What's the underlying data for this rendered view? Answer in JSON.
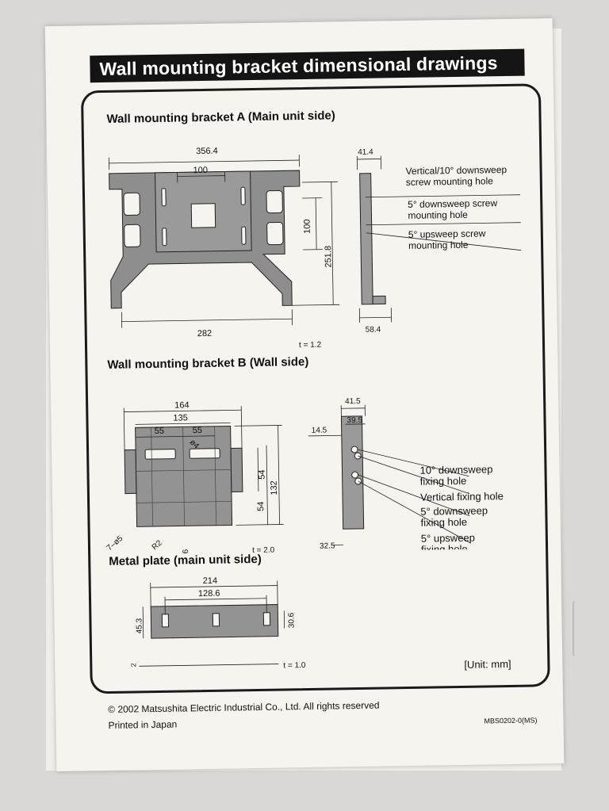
{
  "title": "Wall mounting bracket dimensional drawings",
  "sections": {
    "a": {
      "heading": "Wall mounting bracket A (Main unit side)",
      "dims": {
        "w1": "356.4",
        "w2": "100",
        "h1": "100",
        "h2": "251.8",
        "bottom": "282",
        "thick": "t = 1.2",
        "side_w": "41.4",
        "side_b": "58.4"
      },
      "labels": {
        "l1a": "Vertical/10° downsweep",
        "l1b": "screw mounting hole",
        "l2a": "5° downsweep screw",
        "l2b": "mounting hole",
        "l3a": "5° upsweep screw",
        "l3b": "mounting hole"
      }
    },
    "b": {
      "heading": "Wall mounting bracket B (Wall side)",
      "dims": {
        "w1": "164",
        "w2": "135",
        "w3a": "55",
        "w3b": "55",
        "h1": "54",
        "h2": "54",
        "h3": "132",
        "diam": "ø4",
        "slot": "7–ø5",
        "r": "R2",
        "six": "6",
        "thick": "t = 2.0",
        "sw1": "41.5",
        "sw2": "39.5",
        "sw3": "14.5",
        "sb": "32.5"
      },
      "labels": {
        "f1a": "10° downsweep",
        "f1b": "fixing hole",
        "f2": "Vertical fixing hole",
        "f3a": "5° downsweep",
        "f3b": "fixing hole",
        "f4a": "5° upsweep",
        "f4b": "fixing hole"
      }
    },
    "c": {
      "heading": "Metal plate (main unit side)",
      "dims": {
        "w1": "214",
        "w2": "128.6",
        "h1": "45.3",
        "h2": "30.6",
        "two": "2",
        "thick": "t = 1.0"
      }
    }
  },
  "unit": "[Unit: mm]",
  "footer": {
    "copyright": "© 2002 Matsushita Electric Industrial Co., Ltd. All rights reserved",
    "printed": "Printed in Japan",
    "code": "MBS0202-0(MS)"
  }
}
